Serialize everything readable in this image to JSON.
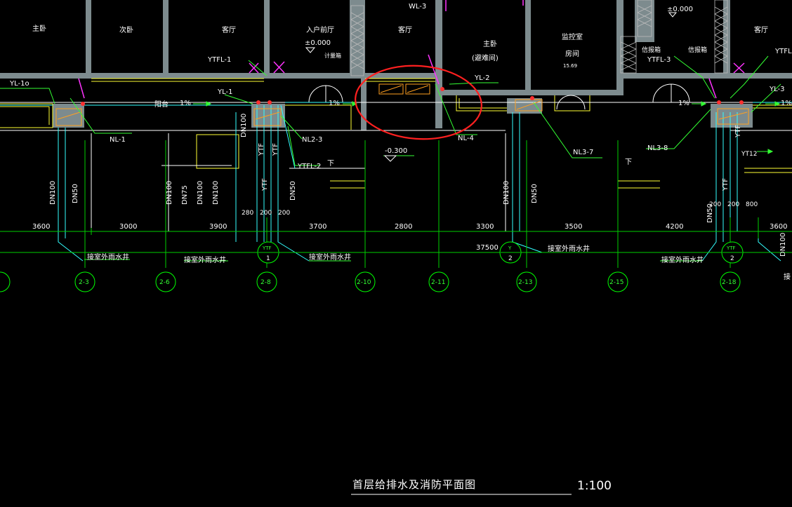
{
  "drawing": {
    "title": "首层给排水及消防平面图",
    "scale": "1:100"
  },
  "rooms": {
    "r1": "主卧",
    "r2": "次卧",
    "r3": "客厅",
    "r4": "入户前厅",
    "r5": "客厅",
    "r6": "主卧",
    "r6b": "(避难间)",
    "r7": "监控室",
    "r7b": "房间",
    "r8": "客厅",
    "r9": "阳台"
  },
  "labels": {
    "wl3": "WL-3",
    "elev_top_right": "±0.000",
    "elev_foyer": "±0.000",
    "meter_box": "计量箱",
    "info_box_a": "信报箱",
    "info_box_b": "信报箱",
    "ytfl1": "YTFL-1",
    "ytfl2": "YTFL-2",
    "ytfl3": "YTFL-3",
    "yl1": "YL-1",
    "yl1o": "YL-1o",
    "yl2": "YL-2",
    "yl3": "YL-3",
    "ytf_top_right": "YTFL",
    "nl1": "NL-1",
    "nl23": "NL2-3",
    "nl4": "NL-4",
    "nl37": "NL3-7",
    "nl38": "NL3-8",
    "elev_low": "-0.300",
    "room_note": "15.69",
    "slope1": "1%",
    "slope2": "1%",
    "slope3": "1%",
    "slope4": "1%",
    "down1": "下",
    "down2": "下",
    "ytf_a": "YTF",
    "ytf_b": "YTF",
    "ytf_c": "YTF",
    "ytf_d": "YTF",
    "ytf_e": "YTF",
    "yt12": "YT12",
    "dn100_a": "DN100",
    "dn50_a": "DN50",
    "dn100_b": "DN100",
    "dn75": "DN75",
    "dn100_c": "DN100",
    "dn100_d": "DN100",
    "dn100_e": "DN100",
    "dn50_b": "DN50",
    "dn100_f": "DN100",
    "dn50_c": "DN50",
    "dn50_d": "DN50",
    "dn100_g": "DN100",
    "rain_well_a": "接室外雨水井",
    "rain_well_b": "接室外雨水井",
    "rain_well_c": "接室外雨水井",
    "rain_well_d": "接室外雨水井",
    "rain_well_e": "接室外雨水井",
    "rain_well_f": "接"
  },
  "dimensions": {
    "d3600a": "3600",
    "d3000": "3000",
    "d3900": "3900",
    "d280": "280",
    "d200a": "200",
    "d200b": "200",
    "d3700": "3700",
    "d2800": "2800",
    "d3300": "3300",
    "d3500": "3500",
    "d4200": "4200",
    "d3600b": "3600",
    "d200c": "200",
    "d200d": "200",
    "d800": "800",
    "total": "37500"
  },
  "axes": {
    "a23": "2-3",
    "a26": "2-6",
    "a28": "2-8",
    "a210": "2-10",
    "a211": "2-11",
    "a213": "2-13",
    "a215": "2-15",
    "a218": "2-18"
  },
  "riser_markers": {
    "m1_top": "YTF",
    "m1_num": "1",
    "m2_top": "Y",
    "m2_num": "2",
    "m3_top": "YTF",
    "m3_num": "2"
  },
  "colors": {
    "background": "#000000",
    "wall": "#7d8b8e",
    "grid": "#00d000",
    "pipe_cyan": "#33ffff",
    "pipe_yellow": "#ffff33",
    "markup_circle": "#ff2020"
  }
}
